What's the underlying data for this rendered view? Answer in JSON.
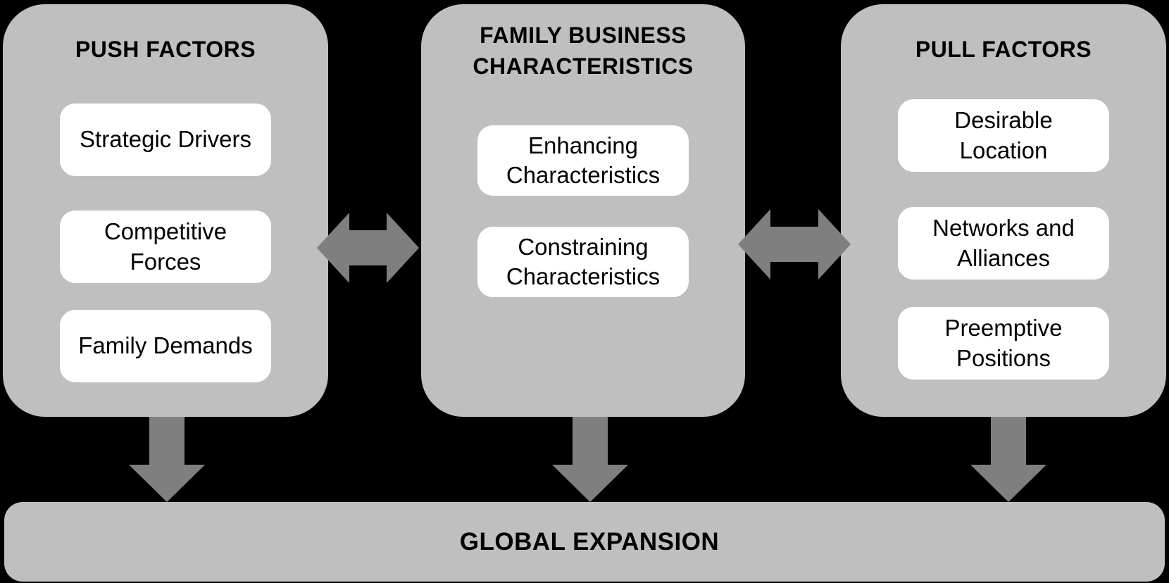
{
  "diagram": {
    "title_implicit": "Family business global expansion drivers",
    "columns": [
      {
        "id": "push",
        "title": "PUSH FACTORS",
        "items": [
          "Strategic Drivers",
          "Competitive\nForces",
          "Family Demands"
        ]
      },
      {
        "id": "family-business-characteristics",
        "title": "FAMILY BUSINESS\nCHARACTERISTICS",
        "items": [
          "Enhancing\nCharacteristics",
          "Constraining\nCharacteristics"
        ]
      },
      {
        "id": "pull",
        "title": "PULL FACTORS",
        "items": [
          "Desirable\nLocation",
          "Networks and\nAlliances",
          "Preemptive\nPositions"
        ]
      }
    ],
    "connectors": {
      "horizontal": [
        {
          "between": [
            "push",
            "family-business-characteristics"
          ],
          "type": "double-headed"
        },
        {
          "between": [
            "family-business-characteristics",
            "pull"
          ],
          "type": "double-headed"
        }
      ],
      "vertical": [
        {
          "from": "push",
          "to": "global-expansion",
          "type": "down"
        },
        {
          "from": "family-business-characteristics",
          "to": "global-expansion",
          "type": "down"
        },
        {
          "from": "pull",
          "to": "global-expansion",
          "type": "down"
        }
      ]
    },
    "outcome": {
      "label": "GLOBAL EXPANSION"
    },
    "colors": {
      "background": "#000000",
      "panel": "#bfbfbf",
      "arrow": "#7f7f7f",
      "box": "#ffffff",
      "text": "#000000"
    }
  }
}
